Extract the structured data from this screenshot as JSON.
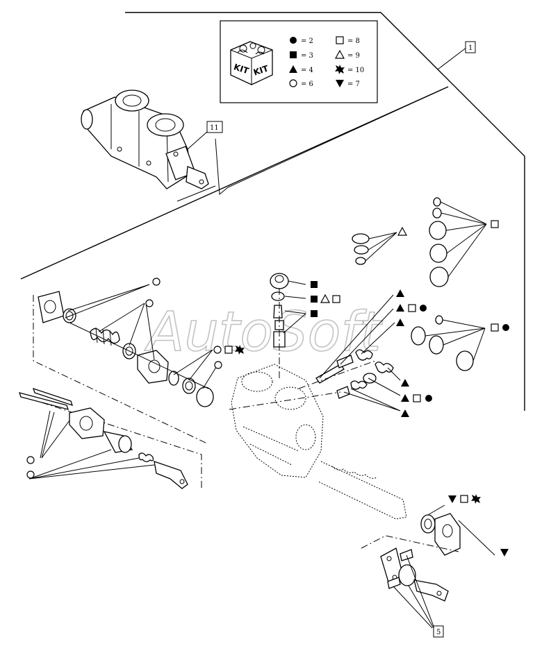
{
  "legend": {
    "kit_label": "KIT",
    "items": [
      {
        "symbol": "circle-filled",
        "text": "= 2"
      },
      {
        "symbol": "square-outline",
        "text": "= 8"
      },
      {
        "symbol": "square-filled",
        "text": "= 3"
      },
      {
        "symbol": "triangle-outline",
        "text": "= 9"
      },
      {
        "symbol": "triangle-filled",
        "text": "= 4"
      },
      {
        "symbol": "star-filled",
        "text": "= 10"
      },
      {
        "symbol": "circle-outline",
        "text": "= 6"
      },
      {
        "symbol": "triangle-down-filled",
        "text": "= 7"
      }
    ]
  },
  "callouts": {
    "assembly": "1",
    "valve": "11",
    "bracket": "5"
  },
  "watermark": "AutoSoft"
}
